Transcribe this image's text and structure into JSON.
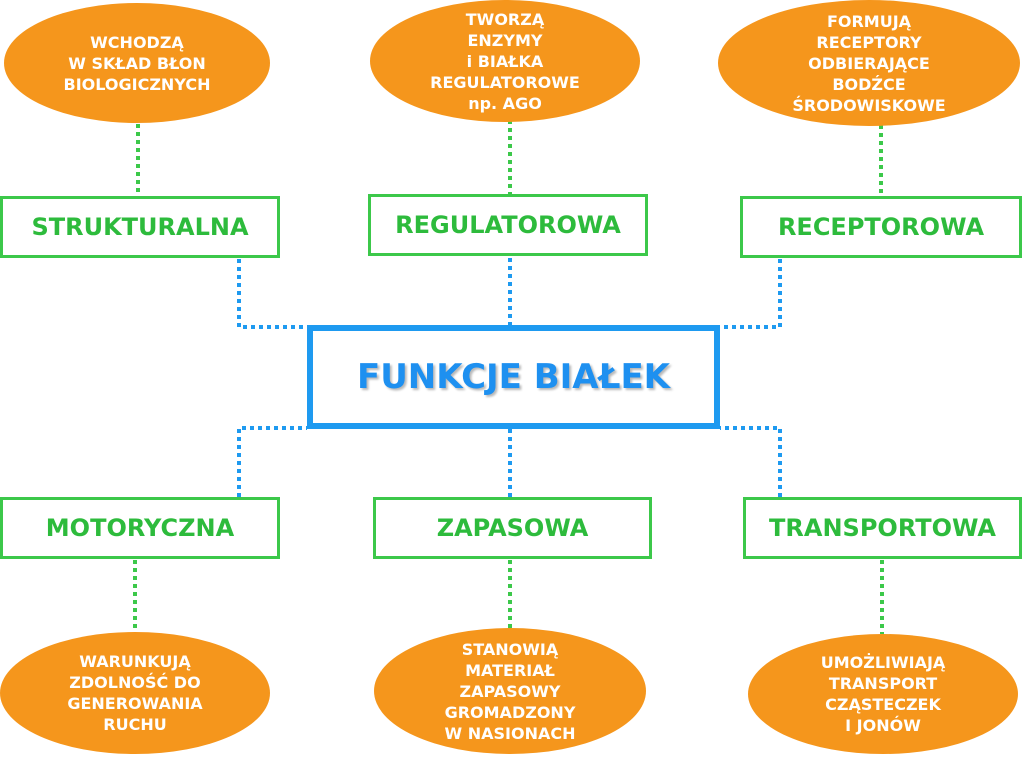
{
  "center": {
    "label": "FUNKCJE BIAŁEK"
  },
  "functions": [
    {
      "label": "STRUKTURALNA",
      "description": "WCHODZĄ\nW SKŁAD BŁON\nBIOLOGICZNYCH"
    },
    {
      "label": "REGULATOROWA",
      "description": "TWORZĄ\nENZYMY\ni  BIAŁKA\nREGULATOROWE\nnp. AGO"
    },
    {
      "label": "RECEPTOROWA",
      "description": "FORMUJĄ\nRECEPTORY\nODBIERAJĄCE\nBODŹCE\nŚRODOWISKOWE"
    },
    {
      "label": "MOTORYCZNA",
      "description": "WARUNKUJĄ\nZDOLNOŚĆ DO\nGENEROWANIA\nRUCHU"
    },
    {
      "label": "ZAPASOWA",
      "description": "STANOWIĄ\nMATERIAŁ\nZAPASOWY\nGROMADZONY\nW NASIONACH"
    },
    {
      "label": "TRANSPORTOWA",
      "description": "UMOŻLIWIAJĄ\nTRANSPORT\nCZĄSTECZEK\nI JONÓW"
    }
  ],
  "colors": {
    "orange": "#f5961c",
    "green": "#3cc84a",
    "blue": "#1e9af0",
    "green_text": "#2dbb3c",
    "blue_text": "#1e90f0"
  }
}
